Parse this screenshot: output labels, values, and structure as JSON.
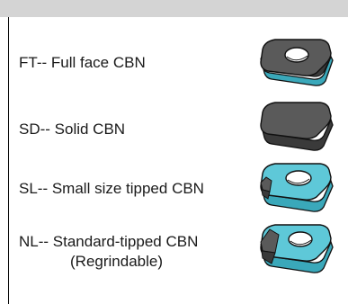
{
  "rows": [
    {
      "code": "FT",
      "label": "FT-- Full face CBN",
      "icon": "full-face-cbn-insert-icon"
    },
    {
      "code": "SD",
      "label": "SD-- Solid CBN",
      "icon": "solid-cbn-insert-icon"
    },
    {
      "code": "SL",
      "label": "SL-- Small size tipped CBN",
      "icon": "small-tipped-cbn-insert-icon"
    },
    {
      "code": "NL",
      "label": "NL-- Standard-tipped CBN",
      "label_line2": "(Regrindable)",
      "icon": "standard-tipped-cbn-insert-icon"
    }
  ],
  "colors": {
    "header": "#d4d4d4",
    "cbn_dark": "#5a5a5a",
    "cbn_dark_side": "#3a3a3a",
    "carbide_cyan": "#5ec8d8",
    "carbide_cyan_side": "#3aa8ba",
    "outline": "#111111"
  }
}
